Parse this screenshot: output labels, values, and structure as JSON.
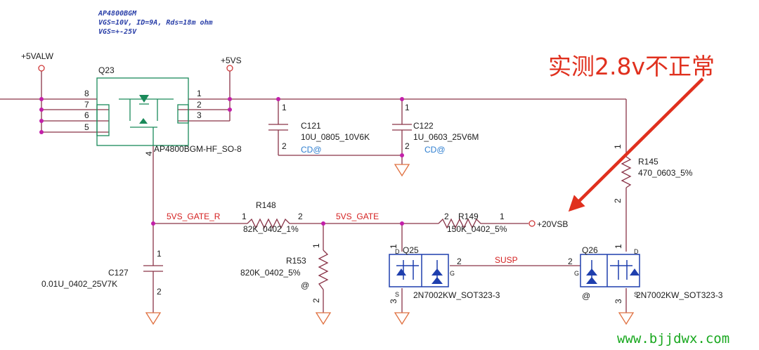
{
  "parts": {
    "q23": {
      "ref": "Q23",
      "part": "AP4800BGM-HF_SO-8",
      "spec_name": "AP4800BGM",
      "spec_line1": "VGS=10V, ID=9A, Rds=18m ohm",
      "spec_line2": "VGS=+-25V",
      "pins": [
        "8",
        "7",
        "6",
        "5",
        "1",
        "2",
        "3",
        "4"
      ]
    },
    "c121": {
      "ref": "C121",
      "value": "10U_0805_10V6K",
      "bom": "CD@",
      "pin1": "1",
      "pin2": "2"
    },
    "c122": {
      "ref": "C122",
      "value": "1U_0603_25V6M",
      "bom": "CD@",
      "pin1": "1",
      "pin2": "2"
    },
    "r145": {
      "ref": "R145",
      "value": "470_0603_5%",
      "pin1": "1",
      "pin2": "2"
    },
    "r148": {
      "ref": "R148",
      "value": "82K_0402_1%",
      "pin1": "1",
      "pin2": "2"
    },
    "r149": {
      "ref": "R149",
      "value": "150K_0402_5%",
      "pin1": "1",
      "pin2": "2"
    },
    "r153": {
      "ref": "R153",
      "value": "820K_0402_5%",
      "bom": "@",
      "pin1": "1",
      "pin2": "2"
    },
    "c127": {
      "ref": "C127",
      "value": "0.01U_0402_25V7K",
      "pin1": "1",
      "pin2": "2"
    },
    "q25": {
      "ref": "Q25",
      "part": "2N7002KW_SOT323-3",
      "pin_d": "1",
      "pin_g": "2",
      "pin_s": "3",
      "d": "D",
      "g": "G",
      "s": "S"
    },
    "q26": {
      "ref": "Q26",
      "part": "2N7002KW_SOT323-3",
      "bom": "@",
      "pin_d": "1",
      "pin_g": "2",
      "pin_s": "3",
      "d": "D",
      "g": "G",
      "s": "S"
    }
  },
  "nets": {
    "p5valw": "+5VALW",
    "p5vs": "+5VS",
    "gate_r": "5VS_GATE_R",
    "gate": "5VS_GATE",
    "susp": "SUSP",
    "p20vsb": "+20VSB"
  },
  "annotation": "实测2.8v不正常",
  "watermark": "www.bjjdwx.com",
  "colors": {
    "wire": "#8a3448",
    "junction": "#c21fa9",
    "net_label": "#d42020",
    "annotation": "#e0301e",
    "watermark": "#19a81f",
    "mosfet": "#1f3fae",
    "ground": "#e07040"
  }
}
